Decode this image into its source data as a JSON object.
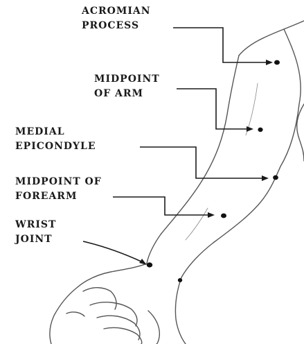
{
  "labels": {
    "acromian_process": {
      "line1": "ACROMIAN",
      "line2": "PROCESS"
    },
    "midpoint_of_arm": {
      "line1": "MIDPOINT",
      "line2": "OF ARM"
    },
    "medial_epicondyle": {
      "line1": "MEDIAL",
      "line2": "EPICONDYLE"
    },
    "midpoint_of_forearm": {
      "line1": "MIDPOINT OF",
      "line2": "FOREARM"
    },
    "wrist_joint": {
      "line1": "WRIST",
      "line2": "JOINT"
    }
  },
  "colors": {
    "ink": "#1a1a1a",
    "sketch": "#555555",
    "background": "#ffffff"
  }
}
